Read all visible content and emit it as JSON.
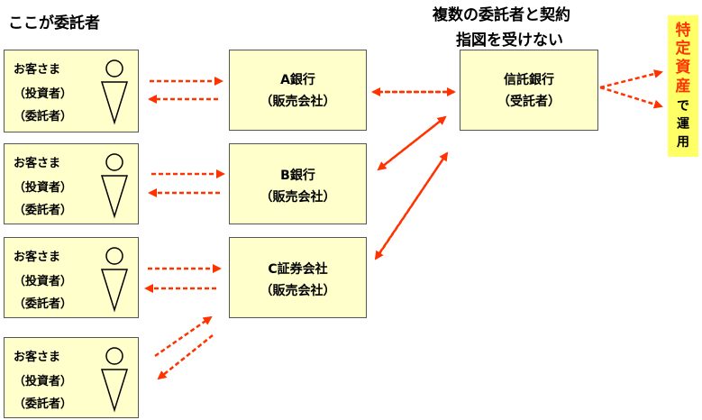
{
  "title_left": "ここが委託者",
  "title_right": [
    "複数の委託者と契約",
    "指図を受けない"
  ],
  "customers": [
    {
      "lines": [
        "お客さま",
        "（投資者）",
        "（委託者）"
      ]
    },
    {
      "lines": [
        "お客さま",
        "（投資者）",
        "（委託者）"
      ]
    },
    {
      "lines": [
        "お客さま",
        "（投資者）",
        "（委託者）"
      ]
    },
    {
      "lines": [
        "お客さま",
        "（投資者）",
        "（委託者）"
      ]
    }
  ],
  "sellers": [
    {
      "lines": [
        "A銀行",
        "（販売会社）"
      ]
    },
    {
      "lines": [
        "B銀行",
        "（販売会社）"
      ]
    },
    {
      "lines": [
        "C証券会社",
        "（販売会社）"
      ]
    }
  ],
  "trustee": {
    "lines": [
      "信託銀行",
      "（受託者）"
    ]
  },
  "label_vertical": {
    "highlight_chars": [
      "特",
      "定",
      "資",
      "産"
    ],
    "rest_chars": [
      "で",
      "運",
      "用"
    ]
  },
  "colors": {
    "arrow": "#ff3300",
    "box_fill": "#ffffcc",
    "label_fill": "#ffff66"
  }
}
